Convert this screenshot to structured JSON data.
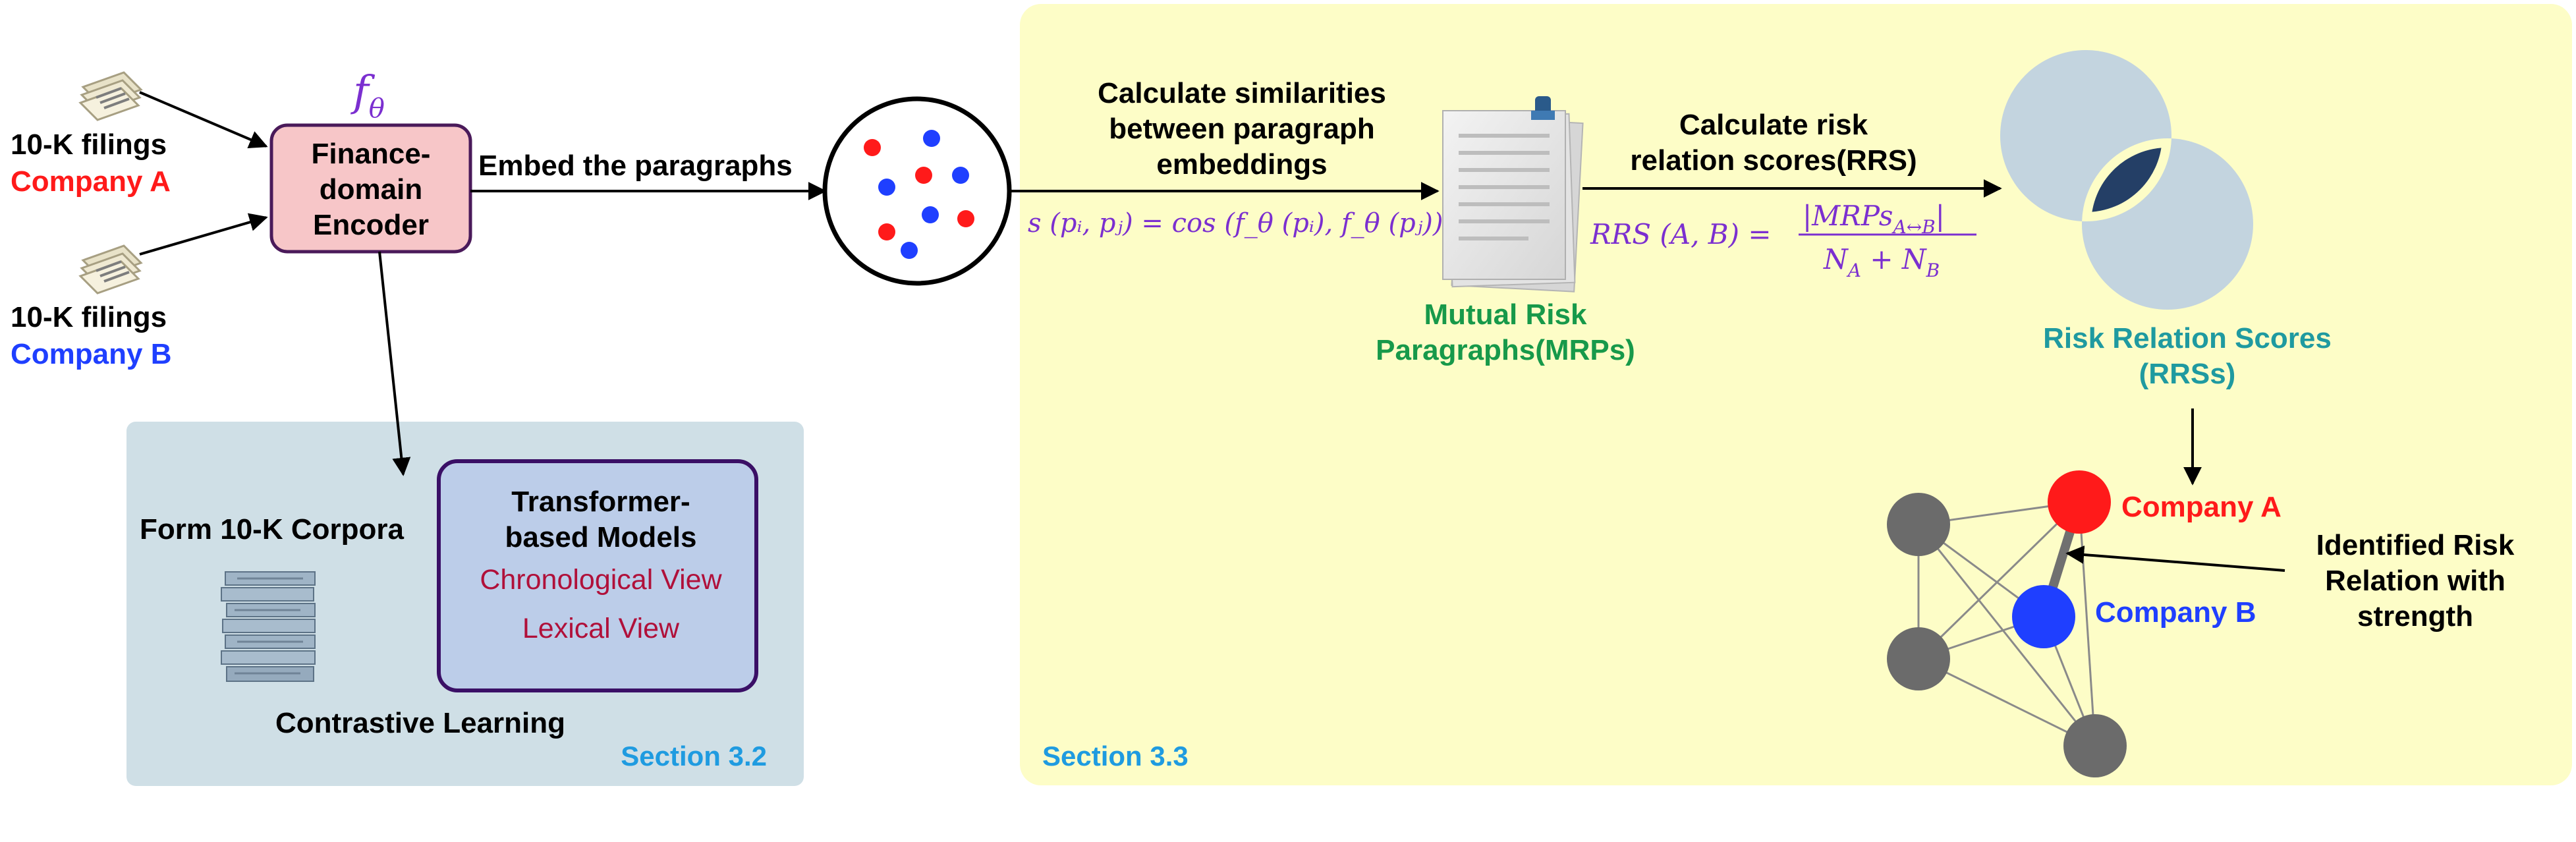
{
  "inputs": {
    "company_a": {
      "line1": "10-K  filings",
      "line2": "Company A"
    },
    "company_b": {
      "line1": "10-K  filings",
      "line2": "Company B"
    }
  },
  "encoder": {
    "symbol": "f",
    "symbol_sub": "θ",
    "lines": [
      "Finance-",
      "domain",
      "Encoder"
    ]
  },
  "embed_label": "Embed the paragraphs",
  "section_32": {
    "corpora_label": "Form 10-K Corpora",
    "models_title": [
      "Transformer-",
      "based Models"
    ],
    "views": [
      "Chronological View",
      "Lexical View"
    ],
    "contrastive_label": "Contrastive Learning",
    "section_label": "Section 3.2"
  },
  "section_33": {
    "similarity_label": [
      "Calculate similarities",
      "between paragraph",
      "embeddings"
    ],
    "similarity_formula": "s (pᵢ, pⱼ) = cos (f_θ (pᵢ), f_θ (pⱼ))",
    "mrp_label": [
      "Mutual Risk",
      "Paragraphs(MRPs)"
    ],
    "rrs_calc_label": [
      "Calculate risk",
      "relation scores(RRS)"
    ],
    "rrs_formula": {
      "lhs": "RRS (A, B) =",
      "numerator": "|MRPs",
      "numerator_sub": "A↔B",
      "numerator_end": "|",
      "denominator": "N",
      "den_sub_a": "A",
      "den_plus": " + N",
      "den_sub_b": "B"
    },
    "rrs_label": [
      "Risk Relation Scores",
      "(RRSs)"
    ],
    "graph": {
      "company_a": "Company A",
      "company_b": "Company B"
    },
    "identified_label": [
      "Identified Risk",
      "Relation with",
      "strength"
    ],
    "section_label": "Section 3.3"
  },
  "colors": {
    "company_a": "#ff1a1a",
    "company_b": "#1f3fff",
    "encoder_fill": "#f7c6c8",
    "encoder_stroke": "#4a1a5a",
    "math": "#7b2fd0",
    "section_link": "#1f9be0",
    "section32_bg": "#cfdfe6",
    "section33_bg": "#fdfdc7",
    "view_text": "#b0103a",
    "mrp_green": "#17994a",
    "rrs_teal": "#1f9aa0",
    "models_fill": "#bccde9",
    "models_stroke": "#3a0f66"
  }
}
